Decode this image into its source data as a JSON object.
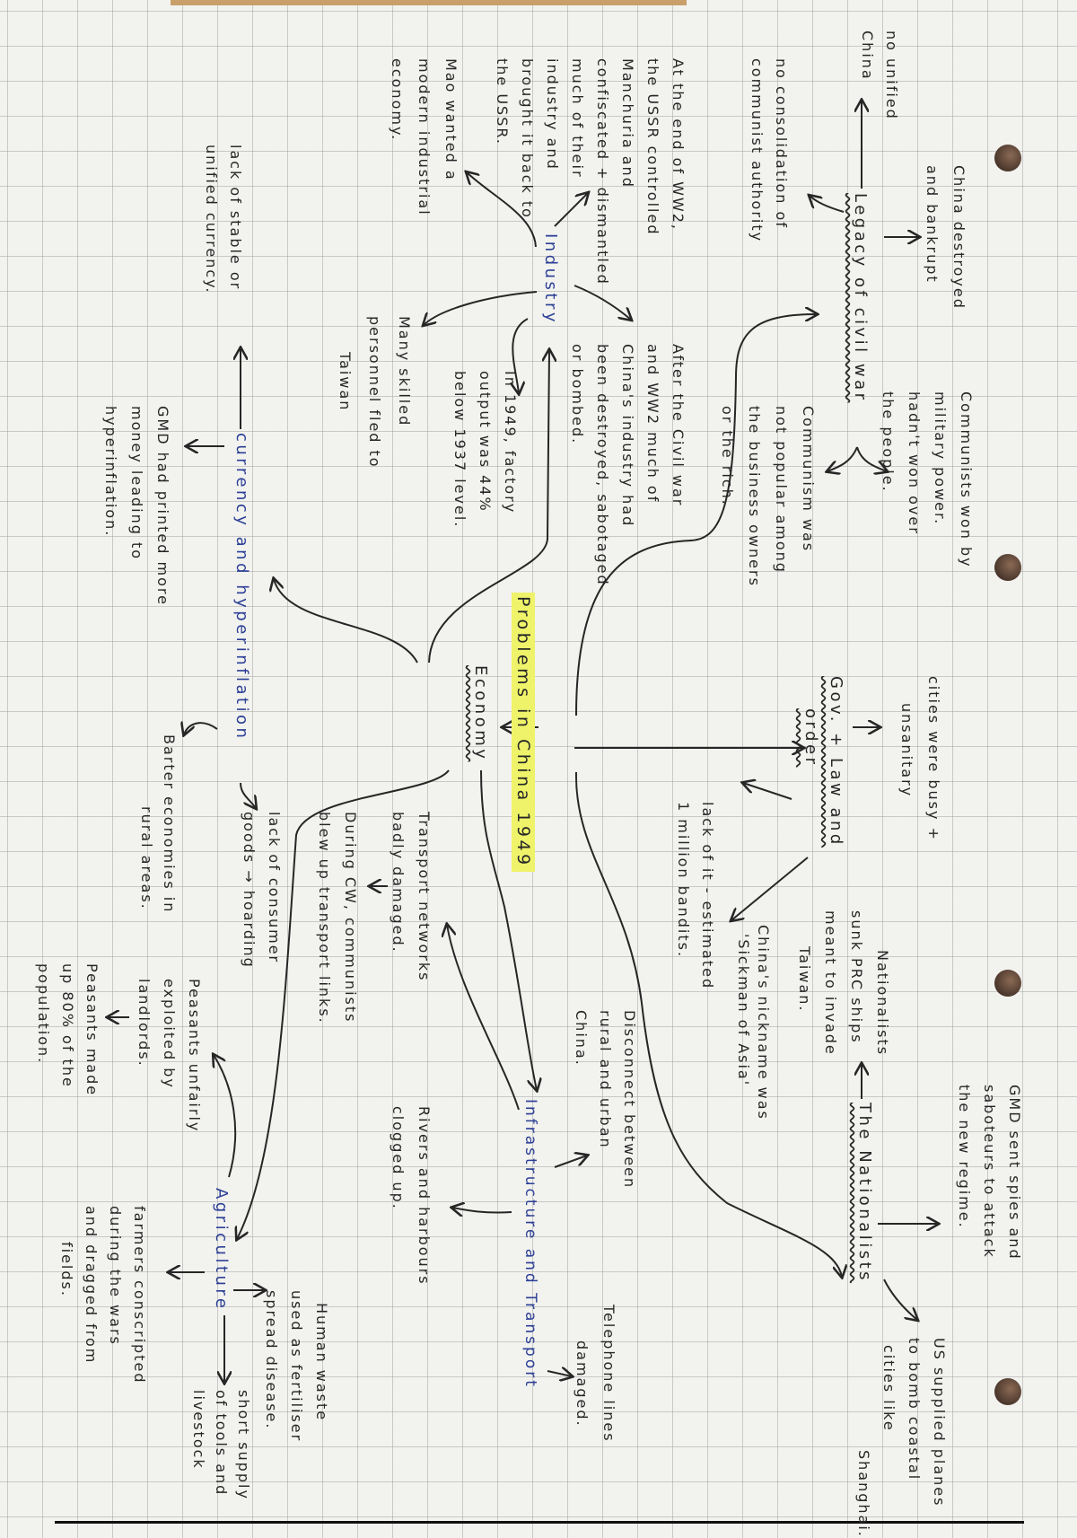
{
  "title": "Problems in China 1949",
  "headings": {
    "economy": "Economy",
    "legacy": "Legacy of civil war",
    "industry": "Industry",
    "currency": "currency and hyperinflation",
    "gov": [
      "Gov. + Law and",
      "order"
    ],
    "infrastructure": "Infrastructure and Transport",
    "nationalists": "The Nationalists",
    "agriculture": "Agriculture"
  },
  "notes": {
    "no_unified": [
      "no unified",
      "China"
    ],
    "china_destroyed": [
      "China destroyed",
      "and bankrupt"
    ],
    "no_consolidation": [
      "no consolidation of",
      "communist authority"
    ],
    "communists_won": [
      "Communists won by",
      "military power.",
      "hadn't won over",
      "the people."
    ],
    "communism": [
      "Communism was",
      "not popular among",
      "the business owners",
      "or the rich."
    ],
    "ussr": [
      "At the end of WW2,",
      "the USSR controlled",
      "Manchuria and",
      "confiscated + dismantled",
      "much of their",
      "industry and",
      "brought it back to",
      "the USSR."
    ],
    "mao": [
      "Mao wanted a",
      "modern industrial",
      "economy."
    ],
    "skilled": [
      "Many skilled",
      "personnel fled to",
      "Taiwan"
    ],
    "after_war": [
      "After the Civil war",
      "and WW2 much of",
      "China's industry had",
      "been destroyed, sabotaged",
      "or bombed."
    ],
    "in_1949": [
      "In 1949, factory",
      "output was 44%",
      "below 1937 level."
    ],
    "lack_stable": [
      "lack of stable or",
      "unified currency."
    ],
    "gmd_printed": [
      "GMD had printed more",
      "money leading to",
      "hyperinflation."
    ],
    "cities": [
      "cities were busy +",
      "unsanitary"
    ],
    "bandits": [
      "lack of it - estimated",
      "1 million bandits."
    ],
    "nickname": [
      "China's nickname was",
      "'Sickman of Asia'"
    ],
    "sunk": [
      "Nationalists",
      "sunk PRC ships",
      "meant to invade",
      "Taiwan."
    ],
    "spies": [
      "GMD sent spies and",
      "saboteurs to attack",
      "the new regime."
    ],
    "us_planes": [
      "US supplied planes",
      "to bomb coastal",
      "cities like",
      "Shanghai."
    ],
    "disconnect": [
      "Disconnect between",
      "rural and urban",
      "China."
    ],
    "telephone": [
      "Telephone lines",
      "damaged."
    ],
    "transport_networks": [
      "Transport networks",
      "badly damaged."
    ],
    "during_cw": [
      "During CW, communists",
      "blew up transport links."
    ],
    "consumer": [
      "lack of consumer",
      "goods → hoarding"
    ],
    "rivers": [
      "Rivers and harbours",
      "clogged up."
    ],
    "barter": [
      "Barter economies in",
      "rural areas."
    ],
    "peasants_exploited": [
      "Peasants unfairly",
      "exploited by",
      "landlords."
    ],
    "peasants_made": [
      "Peasants made",
      "up 80% of the",
      "population."
    ],
    "human_waste": [
      "Human waste",
      "used as fertiliser",
      "spread disease."
    ],
    "short_supply": [
      "short supply",
      "of tools and",
      "livestock"
    ],
    "farmers": [
      "farmers conscripted",
      "during the wars",
      "and dragged from",
      "fields."
    ]
  },
  "colors": {
    "ink": "#262626",
    "blue_ink": "#2b3f95",
    "highlight": "#eef36a",
    "paper": "#f2f2ef"
  }
}
